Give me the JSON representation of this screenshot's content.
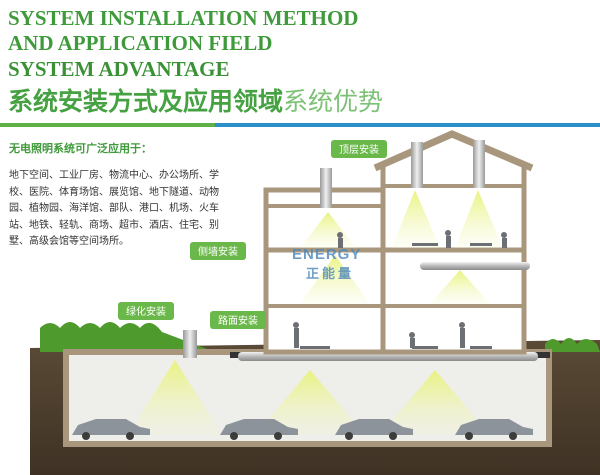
{
  "headings": {
    "line1": "SYSTEM INSTALLATION METHOD",
    "line2": "AND APPLICATION FIELD",
    "line3": "SYSTEM ADVANTAGE",
    "cn_bold": "系统安装方式及应用领域",
    "cn_light": "系统优势"
  },
  "intro": {
    "subtitle": "无电照明系统可广泛应用于：",
    "body": "地下空间、工业厂房、物流中心、办公场所、学校、医院、体育场馆、展览馆、地下隧道、动物园、植物园、海洋馆、部队、港口、机场、火车站、地铁、轻轨、商场、超市、酒店、住宅、别墅、高级会馆等空间场所。"
  },
  "labels": {
    "roof": "顶层安装",
    "side_wall": "侧墙安装",
    "green": "绿化安装",
    "road": "路面安装"
  },
  "watermark": {
    "en": "ENERGY",
    "cn": "正能量"
  },
  "colors": {
    "accent_green": "#5fb046",
    "accent_blue": "#2b8fc9",
    "badge": "#6bb84a"
  }
}
